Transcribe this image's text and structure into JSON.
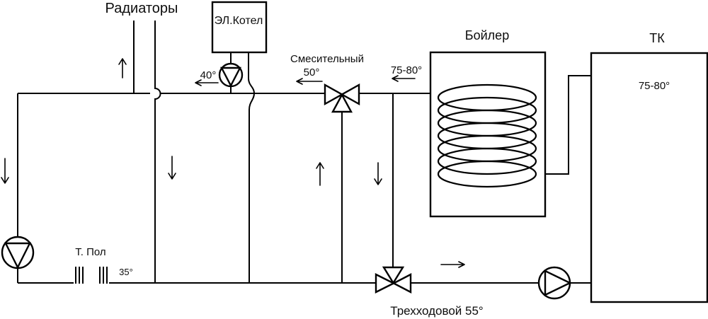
{
  "colors": {
    "line": "#000000",
    "background": "#ffffff",
    "text": "#0d0d0d"
  },
  "labels": {
    "radiators": "Радиаторы",
    "electric_boiler": "ЭЛ.Котел",
    "radiator_return_temp": "40°",
    "mixing_valve_name": "Смесительный",
    "mixing_valve_temp": "50°",
    "boiler_supply_temp": "75-80°",
    "indirect_boiler": "Бойлер",
    "solid_fuel_boiler": "ТК",
    "solid_fuel_boiler_temp": "75-80°",
    "underfloor": "Т. Пол",
    "underfloor_temp": "35°",
    "three_way_valve": "Трехходовой 55°"
  },
  "components": [
    {
      "name": "radiators",
      "type": "heating-circuit"
    },
    {
      "name": "electric-boiler",
      "type": "boiler-box"
    },
    {
      "name": "electric-boiler-pump",
      "type": "circulation-pump"
    },
    {
      "name": "mixing-valve",
      "type": "three-way-valve",
      "temp": "50°"
    },
    {
      "name": "indirect-boiler",
      "type": "tank-with-coil"
    },
    {
      "name": "solid-fuel-boiler",
      "type": "boiler-box",
      "temp": "75-80°"
    },
    {
      "name": "underfloor-heating",
      "type": "heating-circuit",
      "temp": "35°"
    },
    {
      "name": "underfloor-pump",
      "type": "circulation-pump"
    },
    {
      "name": "three-way-valve-55",
      "type": "three-way-valve",
      "temp": "55°"
    },
    {
      "name": "boiler-circuit-pump",
      "type": "circulation-pump"
    }
  ],
  "flow_arrows": [
    {
      "near": "radiator-supply",
      "direction": "up"
    },
    {
      "near": "left-return-riser",
      "direction": "down"
    },
    {
      "near": "electric-boiler-outlet",
      "direction": "left",
      "temp": "40°"
    },
    {
      "near": "mixing-valve-outlet",
      "direction": "left",
      "temp": "50°"
    },
    {
      "near": "indirect-boiler-supply",
      "direction": "left",
      "temp": "75-80°"
    },
    {
      "near": "radiator-return-riser",
      "direction": "down"
    },
    {
      "near": "mixing-valve-riser",
      "direction": "up"
    },
    {
      "near": "boiler-return-riser",
      "direction": "down"
    },
    {
      "near": "bottom-return-pipe",
      "direction": "right"
    }
  ]
}
